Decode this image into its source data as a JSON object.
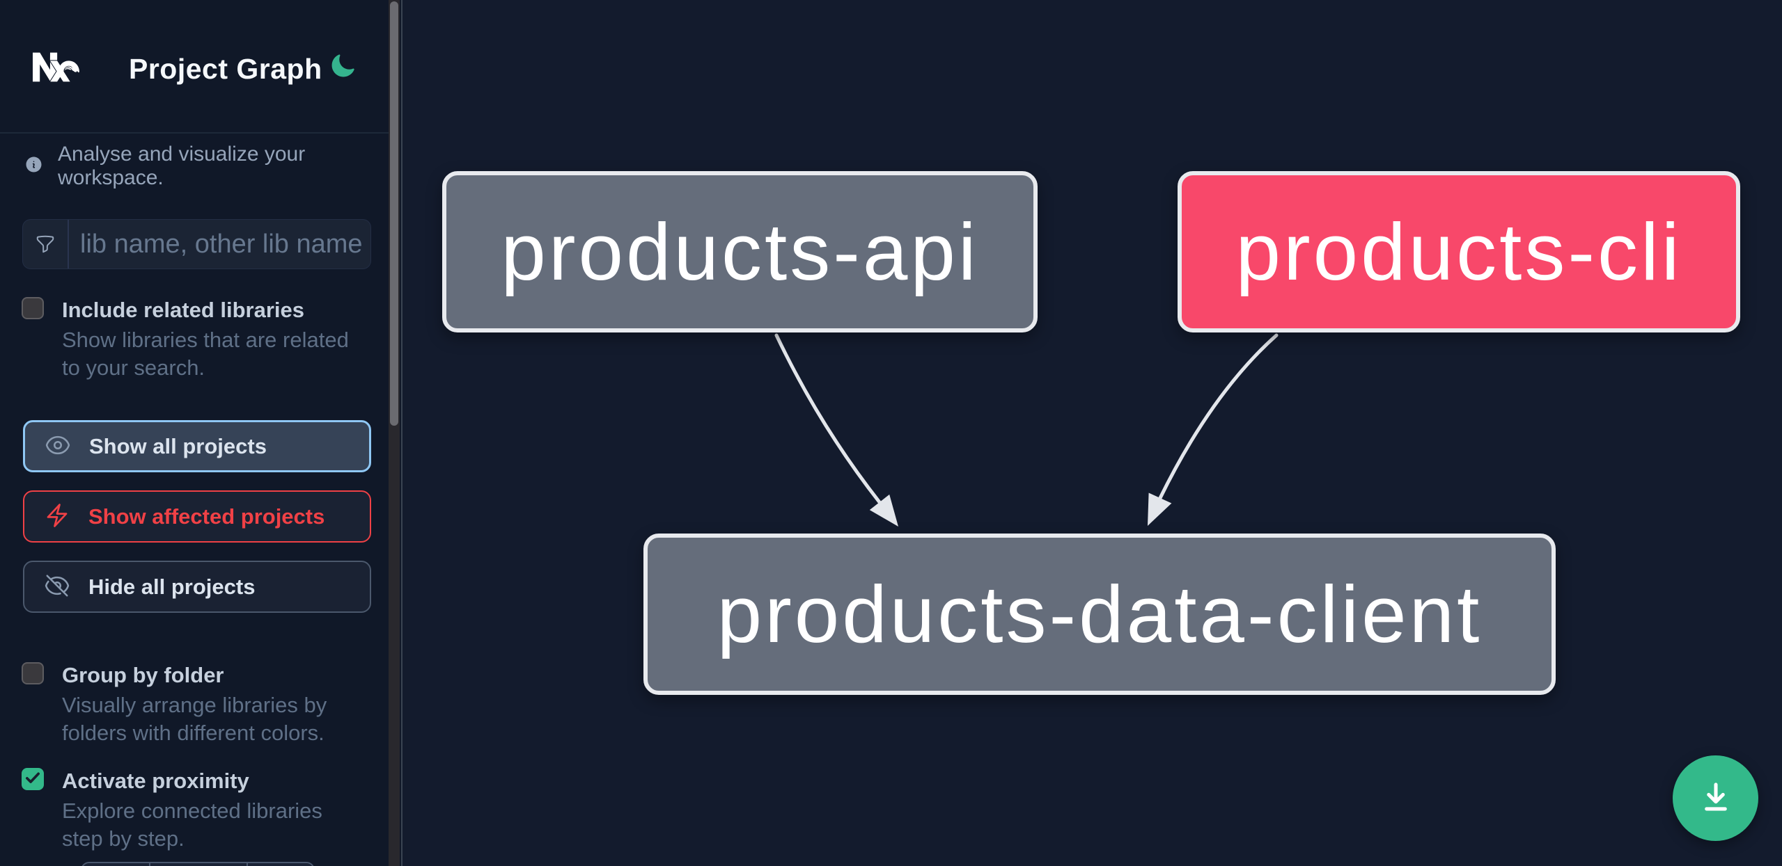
{
  "header": {
    "title": "Project Graph",
    "logo": "nx-logo",
    "theme_toggle_icon": "moon-icon"
  },
  "info_banner": {
    "text": "Analyse and visualize your workspace."
  },
  "search": {
    "placeholder": "lib name, other lib name",
    "icon": "funnel-icon",
    "value": ""
  },
  "filters": [
    {
      "id": "include-related-libraries",
      "label": "Include related libraries",
      "description": "Show libraries that are related to your search.",
      "checked": false
    },
    {
      "id": "group-by-folder",
      "label": "Group by folder",
      "description": "Visually arrange libraries by folders with different colors.",
      "checked": false
    },
    {
      "id": "activate-proximity",
      "label": "Activate proximity",
      "description": "Explore connected libraries step by step.",
      "checked": true
    }
  ],
  "actions": [
    {
      "id": "show-all-projects",
      "label": "Show all projects",
      "icon": "eye-icon",
      "state": "focused"
    },
    {
      "id": "show-affected-projects",
      "label": "Show affected projects",
      "icon": "bolt-icon",
      "state": "affected"
    },
    {
      "id": "hide-all-projects",
      "label": "Hide all projects",
      "icon": "eye-slash-icon",
      "state": "default"
    }
  ],
  "graph": {
    "nodes": [
      {
        "id": "products-api",
        "label": "products-api",
        "status": "normal"
      },
      {
        "id": "products-cli",
        "label": "products-cli",
        "status": "affected"
      },
      {
        "id": "products-data-client",
        "label": "products-data-client",
        "status": "normal"
      }
    ],
    "edges": [
      {
        "source": "products-api",
        "target": "products-data-client"
      },
      {
        "source": "products-cli",
        "target": "products-data-client"
      }
    ]
  },
  "download": {
    "icon": "download-icon"
  },
  "colors": {
    "sidebar_bg": "#101828",
    "canvas_bg": "#131b2d",
    "accent_green": "#33b98a",
    "affected_pink": "#f8486a",
    "node_gray": "#656d7b",
    "node_border": "#e8eaee",
    "edge": "#e3e6eb",
    "focus_blue": "#8fc7f4",
    "alert_red": "#ef4146",
    "label_text": "#c6d0dd",
    "muted_text": "#5f7087"
  }
}
